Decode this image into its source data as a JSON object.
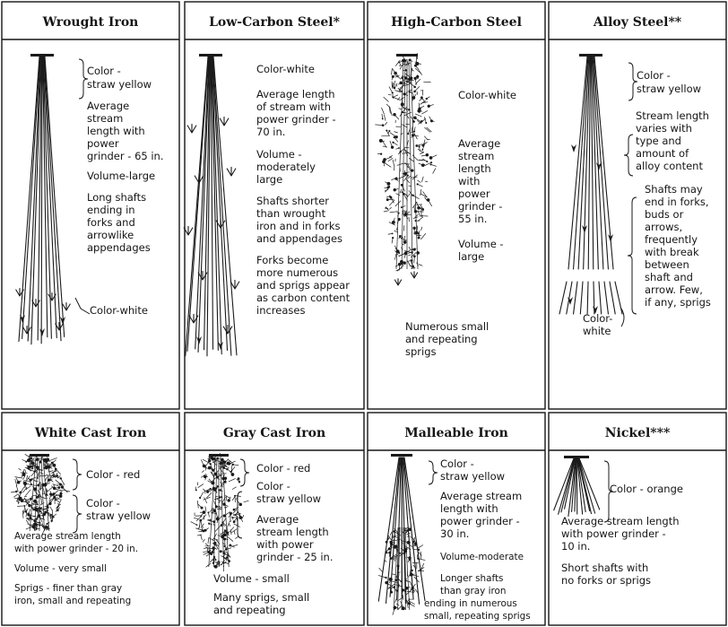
{
  "panels": [
    {
      "title": "Wrought Iron",
      "lines": [
        "Color -",
        "straw yellow",
        "Average",
        "stream",
        "length with",
        "power",
        "grinder - 65 in.",
        "Volume-large",
        "Long shafts",
        "ending in",
        "forks and",
        "arrowlike",
        "appendages",
        "Color-white"
      ]
    },
    {
      "title": "Low-Carbon Steel*",
      "lines": [
        "Color-white",
        "Average length",
        "of stream with",
        "power grinder -",
        "70 in.",
        "Volume -",
        "moderately",
        "large",
        "Shafts shorter",
        "than wrought",
        "iron and in forks",
        "and appendages",
        "Forks become",
        "more numerous",
        "and sprigs appear",
        "as carbon content",
        "increases"
      ]
    },
    {
      "title": "High-Carbon Steel",
      "lines": [
        "Color-white",
        "Average",
        "stream",
        "length",
        "with",
        "power",
        "grinder -",
        "55 in.",
        "Volume -",
        "large",
        "Numerous small",
        "and repeating",
        "sprigs"
      ]
    },
    {
      "title": "Alloy Steel**",
      "lines": [
        "Color -",
        "straw yellow",
        "Stream length",
        "varies with",
        "type and",
        "amount of",
        "alloy content",
        "Shafts may",
        "end in forks,",
        "buds or",
        "arrows,",
        "frequently",
        "with break",
        "between",
        "shaft and",
        "arrow. Few,",
        "if any, sprigs",
        "Color-",
        "white"
      ]
    },
    {
      "title": "White Cast Iron",
      "lines": [
        "Color - red",
        "Color -",
        "straw yellow",
        "Average stream length",
        "with power grinder - 20 in.",
        "Volume - very small",
        "Sprigs - finer than gray",
        "iron, small and repeating"
      ]
    },
    {
      "title": "Gray Cast Iron",
      "lines": [
        "Color - red",
        "Color -",
        "straw yellow",
        "Average",
        "stream length",
        "with power",
        "grinder - 25 in.",
        "Volume - small",
        "Many sprigs, small",
        "and repeating"
      ]
    },
    {
      "title": "Malleable Iron",
      "lines": [
        "Color -",
        "straw yellow",
        "Average stream",
        "length with",
        "power grinder -",
        "30 in.",
        "Volume-moderate",
        "Longer shafts",
        "than gray iron",
        "ending in numerous",
        "small, repeating sprigs"
      ]
    },
    {
      "title": "Nickel***",
      "lines": [
        "Color - orange",
        "Average stream length",
        "with power grinder -",
        "10 in.",
        "Short shafts with",
        "no forks or sprigs"
      ]
    }
  ]
}
